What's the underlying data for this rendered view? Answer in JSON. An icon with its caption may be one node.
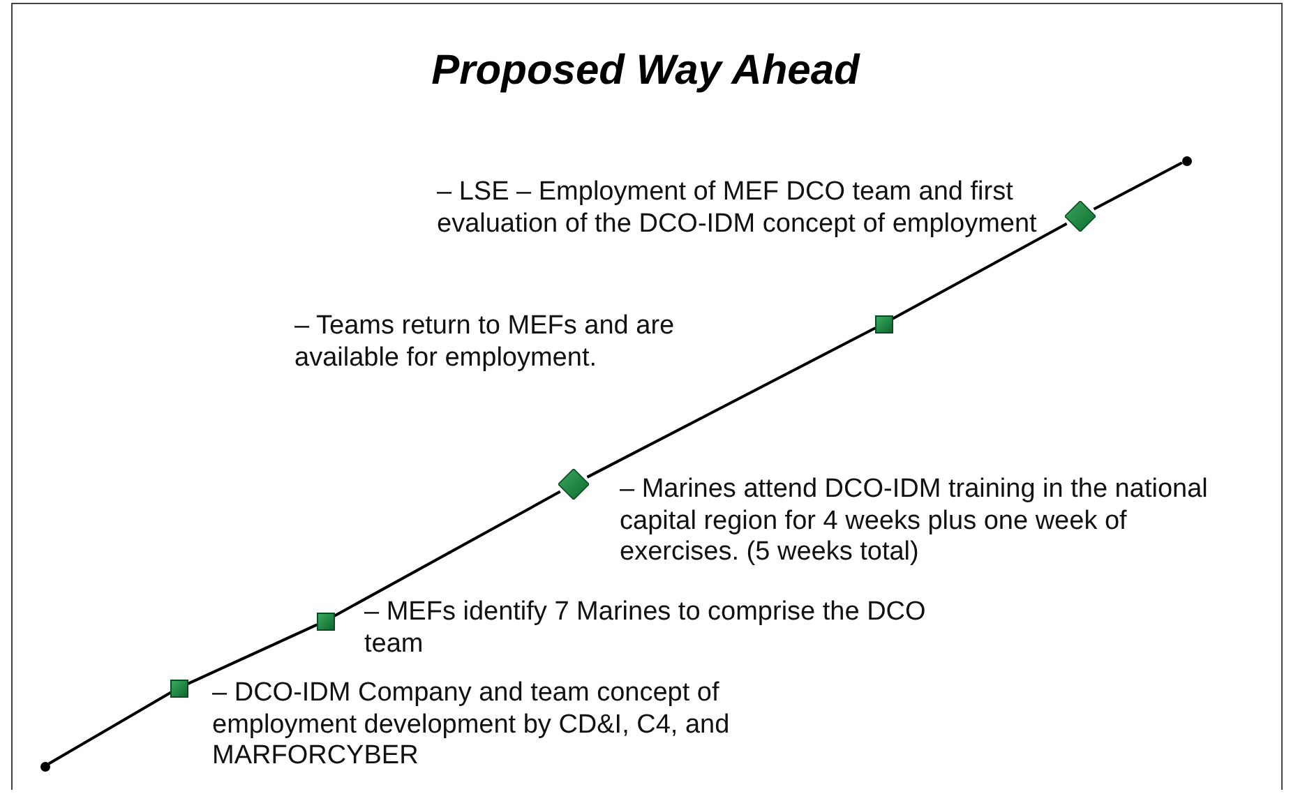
{
  "diagram": {
    "title": "Proposed Way Ahead",
    "nodes": [
      {
        "text": [],
        "shape": "circle"
      },
      {
        "text": [],
        "shape": "box",
        "beside": [
          "– DCO-IDM Company and team concept of employment development by CD&I, C4, and MARFORCYBER"
        ]
      },
      {
        "text": [],
        "shape": "box",
        "beside": [
          "– MEFs identify 7 Marines to comprise the DCO team"
        ]
      },
      {
        "text": [],
        "shape": "diamond",
        "beside": [
          "– Marines attend DCO-IDM training in the national capital region for 4 weeks plus one week of exercises. (5 weeks total)"
        ]
      },
      {
        "text": [],
        "shape": "box"
      },
      {
        "text": [],
        "shape": "diamond",
        "beside": [
          "– LSE – Employment of MEF DCO team and first evaluation of the DCO-IDM concept of employment"
        ]
      },
      {
        "text": [],
        "shape": "circle"
      }
    ],
    "edges": [
      {
        "from": 0,
        "to": 1,
        "arrow": "none"
      },
      {
        "from": 1,
        "to": 2,
        "arrow": "none"
      },
      {
        "from": 2,
        "to": 3,
        "arrow": "none"
      },
      {
        "from": 3,
        "to": 4,
        "arrow": "none"
      },
      {
        "from": 4,
        "to": 5,
        "arrow": "none"
      },
      {
        "from": 5,
        "to": 6,
        "arrow": "none"
      }
    ],
    "labels": [
      "– Teams return to MEFs and are available for employment."
    ]
  }
}
